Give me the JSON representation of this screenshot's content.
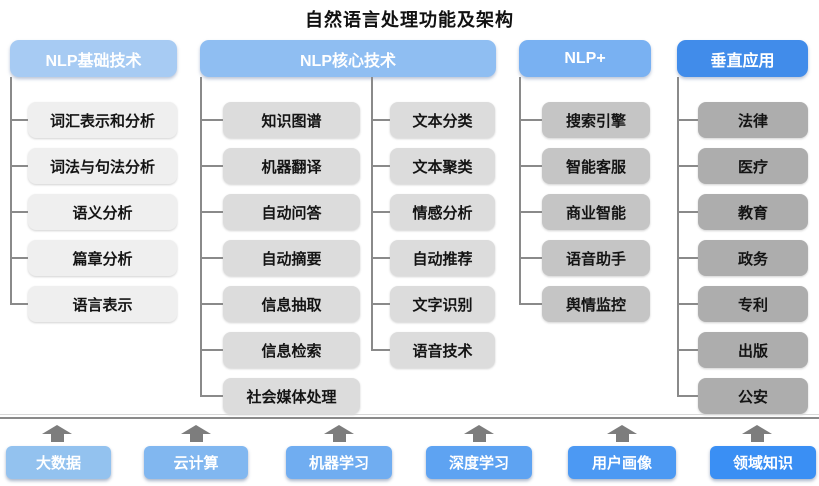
{
  "title": "自然语言处理功能及架构",
  "colors": {
    "header_basic": "#a7cbf3",
    "header_core": "#8fbef2",
    "header_nlp_plus": "#79b1f2",
    "header_vertical": "#418cea",
    "item_basic_bg": "#efefef",
    "item_core_bg": "#dcdcdc",
    "item_nlp_plus_bg": "#c5c5c5",
    "item_vertical_bg": "#adadad",
    "connector_line": "#8a8a8a",
    "foundation_box_colors": [
      "#93c2ef",
      "#81b7f0",
      "#70adf1",
      "#5ea3f2",
      "#4c99f3",
      "#3a8ff4"
    ]
  },
  "columns": {
    "basic": {
      "header": "NLP基础技术",
      "items": [
        "词汇表示和分析",
        "词法与句法分析",
        "语义分析",
        "篇章分析",
        "语言表示"
      ]
    },
    "core": {
      "header": "NLP核心技术",
      "left_items": [
        "知识图谱",
        "机器翻译",
        "自动问答",
        "自动摘要",
        "信息抽取",
        "信息检索",
        "社会媒体处理"
      ],
      "right_items": [
        "文本分类",
        "文本聚类",
        "情感分析",
        "自动推荐",
        "文字识别",
        "语音技术"
      ]
    },
    "nlp_plus": {
      "header": "NLP+",
      "items": [
        "搜索引擎",
        "智能客服",
        "商业智能",
        "语音助手",
        "舆情监控"
      ]
    },
    "vertical": {
      "header": "垂直应用",
      "items": [
        "法律",
        "医疗",
        "教育",
        "政务",
        "专利",
        "出版",
        "公安"
      ]
    }
  },
  "foundation": {
    "items": [
      "大数据",
      "云计算",
      "机器学习",
      "深度学习",
      "用户画像",
      "领域知识"
    ]
  }
}
